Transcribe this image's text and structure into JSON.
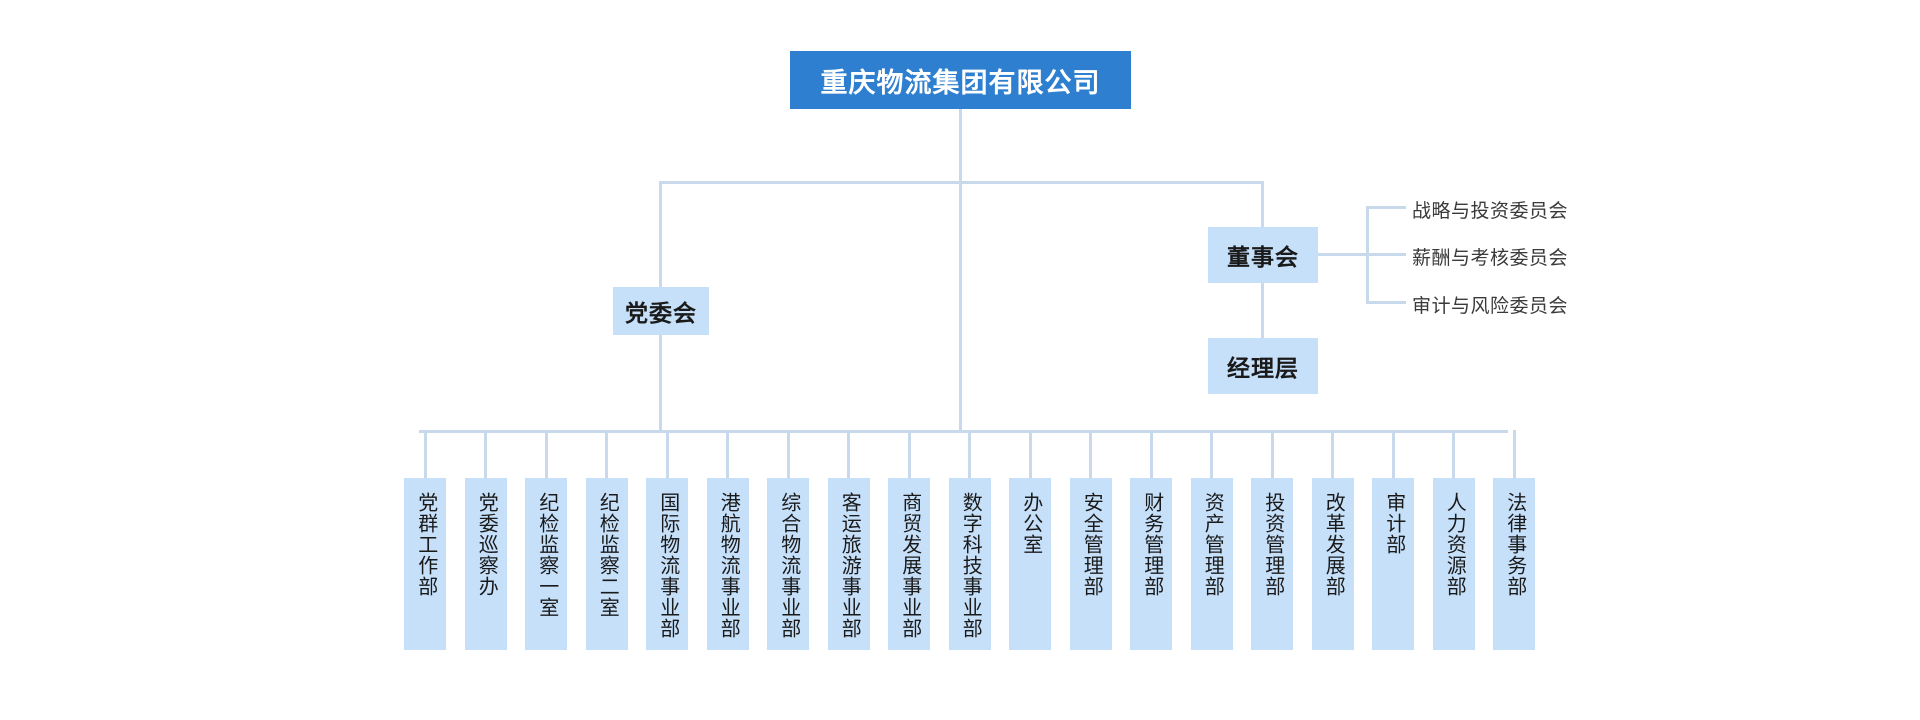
{
  "colors": {
    "root_bg": "#2e7fcf",
    "root_text": "#ffffff",
    "node_bg": "#c6e0fa",
    "node_text": "#1a1a1a",
    "connector": "#c8d9ec",
    "committee_text": "#3a3a3a",
    "page_bg": "#ffffff"
  },
  "root": {
    "label": "重庆物流集团有限公司"
  },
  "branches": {
    "party_committee": {
      "label": "党委会"
    },
    "board_of_directors": {
      "label": "董事会"
    },
    "management": {
      "label": "经理层"
    }
  },
  "committees": [
    {
      "label": "战略与投资委员会"
    },
    {
      "label": "薪酬与考核委员会"
    },
    {
      "label": "审计与风险委员会"
    }
  ],
  "departments": [
    {
      "label": "党群工作部"
    },
    {
      "label": "党委巡察办"
    },
    {
      "label": "纪检监察一室"
    },
    {
      "label": "纪检监察二室"
    },
    {
      "label": "国际物流事业部"
    },
    {
      "label": "港航物流事业部"
    },
    {
      "label": "综合物流事业部"
    },
    {
      "label": "客运旅游事业部"
    },
    {
      "label": "商贸发展事业部"
    },
    {
      "label": "数字科技事业部"
    },
    {
      "label": "办公室"
    },
    {
      "label": "安全管理部"
    },
    {
      "label": "财务管理部"
    },
    {
      "label": "资产管理部"
    },
    {
      "label": "投资管理部"
    },
    {
      "label": "改革发展部"
    },
    {
      "label": "审计部"
    },
    {
      "label": "人力资源部"
    },
    {
      "label": "法律事务部"
    }
  ]
}
